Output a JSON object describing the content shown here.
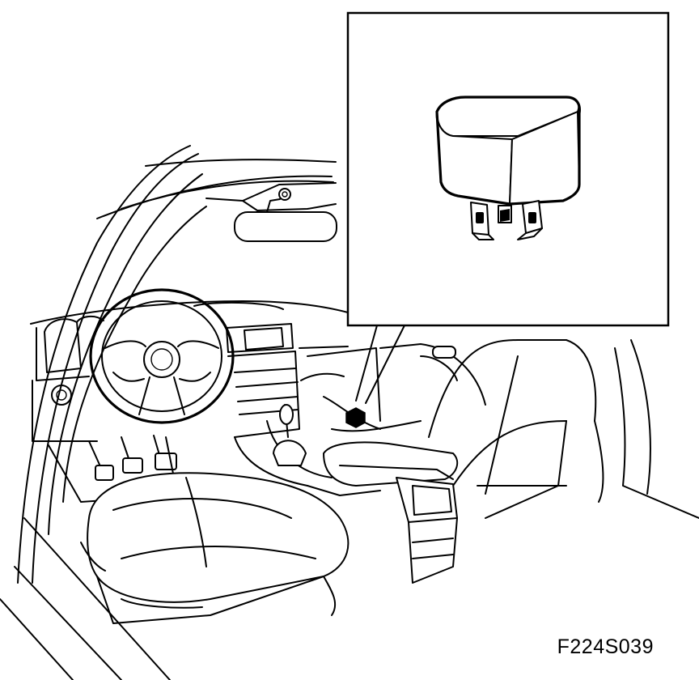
{
  "figure": {
    "code": "F224S039"
  },
  "callout": {
    "subject": "relay",
    "location_marker": "hexagon-marker"
  },
  "colors": {
    "line": "#000000",
    "background": "#ffffff"
  }
}
